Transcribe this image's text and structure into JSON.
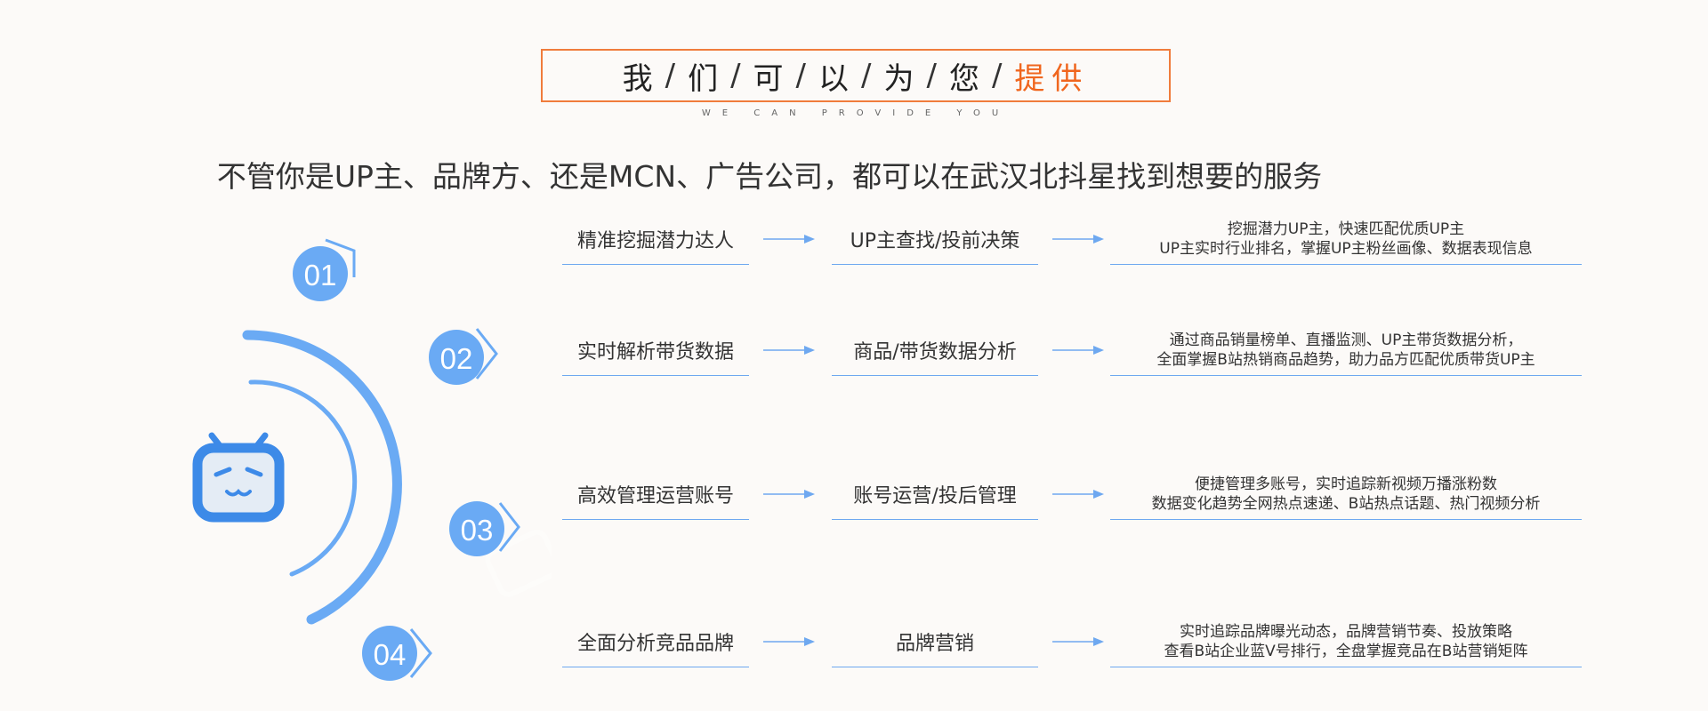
{
  "header": {
    "title_parts": [
      "我",
      "们",
      "可",
      "以",
      "为",
      "您"
    ],
    "separator": "/",
    "title_accent": "提供",
    "subtitle_en": "WE CAN PROVIDE YOU"
  },
  "headline": "不管你是UP主、品牌方、还是MCN、广告公司，都可以在武汉北抖星找到想要的服务",
  "badges": [
    "01",
    "02",
    "03",
    "04"
  ],
  "rows": [
    {
      "feature": "精准挖掘潜力达人",
      "service": "UP主查找/投前决策",
      "desc_line1": "挖掘潜力UP主，快速匹配优质UP主",
      "desc_line2": "UP主实时行业排名，掌握UP主粉丝画像、数据表现信息"
    },
    {
      "feature": "实时解析带货数据",
      "service": "商品/带货数据分析",
      "desc_line1": "通过商品销量榜单、直播监测、UP主带货数据分析，",
      "desc_line2": "全面掌握B站热销商品趋势，助力品方匹配优质带货UP主"
    },
    {
      "feature": "高效管理运营账号",
      "service": "账号运营/投后管理",
      "desc_line1": "便捷管理多账号，实时追踪新视频万播涨粉数",
      "desc_line2": "数据变化趋势全网热点速递、B站热点话题、热门视频分析"
    },
    {
      "feature": "全面分析竞品品牌",
      "service": "品牌营销",
      "desc_line1": "实时追踪品牌曝光动态，品牌营销节奏、投放策略",
      "desc_line2": "查看B站企业蓝V号排行，全盘掌握竞品在B站营销矩阵"
    }
  ],
  "colors": {
    "accent_orange": "#f0661e",
    "border_orange": "#f07c3c",
    "brand_blue": "#3d8ae8",
    "badge_blue": "#6aaaf4",
    "line_blue": "#6ea8f0"
  },
  "icons": {
    "logo": "bilibili-tv-icon",
    "arrow": "arrow-right-icon",
    "chevron": "chevron-right-icon"
  }
}
